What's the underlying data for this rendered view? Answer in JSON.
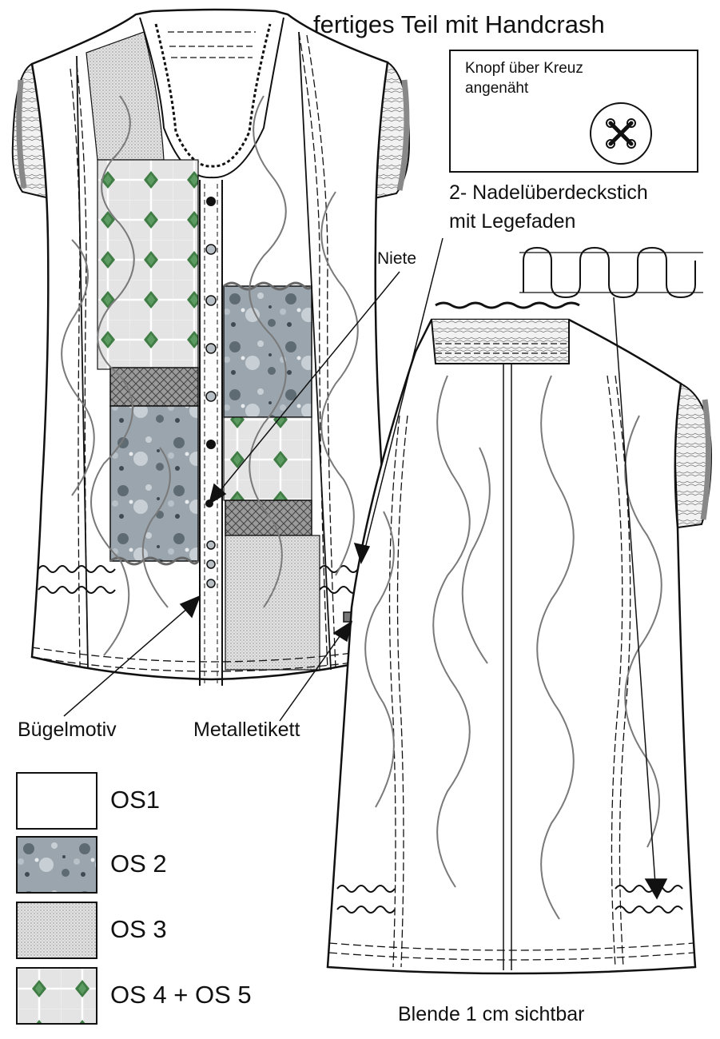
{
  "title": "fertiges Teil mit Handcrash",
  "button_note": {
    "text": "Knopf über Kreuz angenäht",
    "icon": "button-cross-stitch-icon"
  },
  "stitch_note": {
    "line1": "2- Nadelüberdeckstich",
    "line2": "mit Legefaden"
  },
  "callouts": {
    "rivet": "Niete",
    "iron_on": "Bügelmotiv",
    "metal_label": "Metalletikett",
    "facing": "Blende 1 cm sichtbar"
  },
  "legend": [
    {
      "label": "OS1",
      "pattern": "plain"
    },
    {
      "label": "OS 2",
      "pattern": "dots"
    },
    {
      "label": "OS 3",
      "pattern": "stipple"
    },
    {
      "label": "OS 4 + OS 5",
      "pattern": "tile-diamond"
    }
  ],
  "colors": {
    "line": "#111111",
    "os2_fill": "#9aa5ad",
    "os2_dot_dark": "#5f6b73",
    "os2_dot_light": "#c9d0d5",
    "os3_fill": "#dcdcdc",
    "os4_fill": "#e4e4e4",
    "diamond": "#3f7d45",
    "crinkle": "#7a7a7a",
    "mesh": "#8c8c8c"
  }
}
